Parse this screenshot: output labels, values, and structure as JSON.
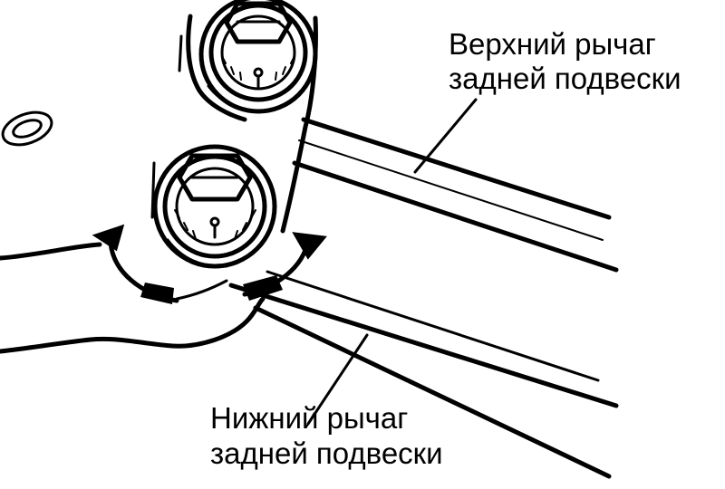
{
  "labels": {
    "upper_arm_line1": "Верхний рычаг",
    "upper_arm_line2": "задней подвески",
    "lower_arm_line1": "Нижний рычаг",
    "lower_arm_line2": "задней подвески"
  },
  "colors": {
    "ink": "#000000",
    "paper": "#ffffff"
  }
}
